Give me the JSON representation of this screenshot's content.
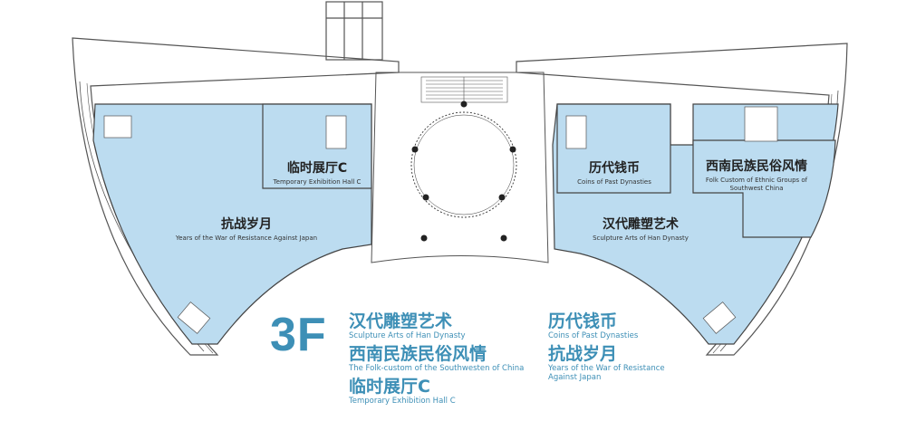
{
  "floor": "3F",
  "colors": {
    "exhibit_fill": "#bcdcf0",
    "wall": "#555555",
    "legend_text": "#3d8fb6"
  },
  "rooms": {
    "war_left": {
      "cn": "抗战岁月",
      "en": "Years of the War of Resistance Against Japan"
    },
    "temp_c": {
      "cn": "临时展厅C",
      "en": "Temporary Exhibition Hall C"
    },
    "coins": {
      "cn": "历代钱币",
      "en": "Coins of Past Dynasties"
    },
    "folk": {
      "cn": "西南民族民俗风情",
      "en_line1": "Folk Custom of Ethnic Groups of",
      "en_line2": "Southwest China"
    },
    "han": {
      "cn": "汉代雕塑艺术",
      "en": "Sculpture Arts of Han Dynasty"
    }
  },
  "legend": {
    "col1": [
      {
        "cn": "汉代雕塑艺术",
        "en": "Sculpture Arts of Han Dynasty"
      },
      {
        "cn": "西南民族民俗风情",
        "en": "The Folk-custom of the Southwesten of China"
      },
      {
        "cn": "临时展厅C",
        "en": "Temporary Exhibition Hall C"
      }
    ],
    "col2": [
      {
        "cn": "历代钱币",
        "en": "Coins of Past Dynasties"
      },
      {
        "cn": "抗战岁月",
        "en_line1": "Years of the War of Resistance",
        "en_line2": "Against Japan"
      }
    ]
  }
}
